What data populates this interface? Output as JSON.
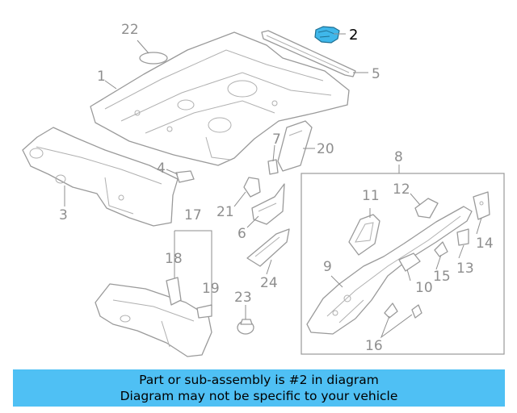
{
  "diagram": {
    "highlight_color": "#3fb7ea",
    "callouts": {
      "c1": "1",
      "c2": "2",
      "c3": "3",
      "c4": "4",
      "c5": "5",
      "c6": "6",
      "c7": "7",
      "c8": "8",
      "c9": "9",
      "c10": "10",
      "c11": "11",
      "c12": "12",
      "c13": "13",
      "c14": "14",
      "c15": "15",
      "c16": "16",
      "c17": "17",
      "c18": "18",
      "c19": "19",
      "c20": "20",
      "c21": "21",
      "c22": "22",
      "c23": "23",
      "c24": "24"
    }
  },
  "banner": {
    "line1": "Part or sub-assembly is #2 in diagram",
    "line2": "Diagram may not be specific to your vehicle",
    "background": "#4fc0f4"
  }
}
